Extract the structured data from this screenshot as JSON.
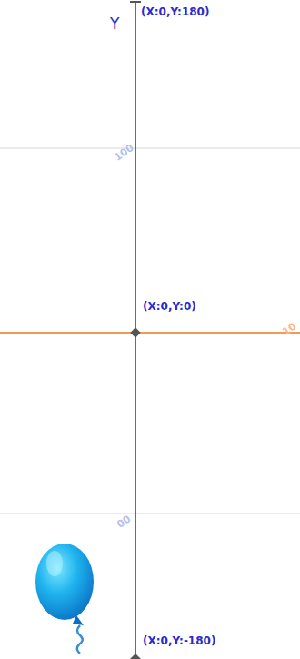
{
  "diagram": {
    "labels": [
      "Y",
      "(X:0,Y:180)",
      "100",
      "(X:0,Y:0)",
      "10",
      "00",
      "(X:0,Y:-180)"
    ]
  }
}
